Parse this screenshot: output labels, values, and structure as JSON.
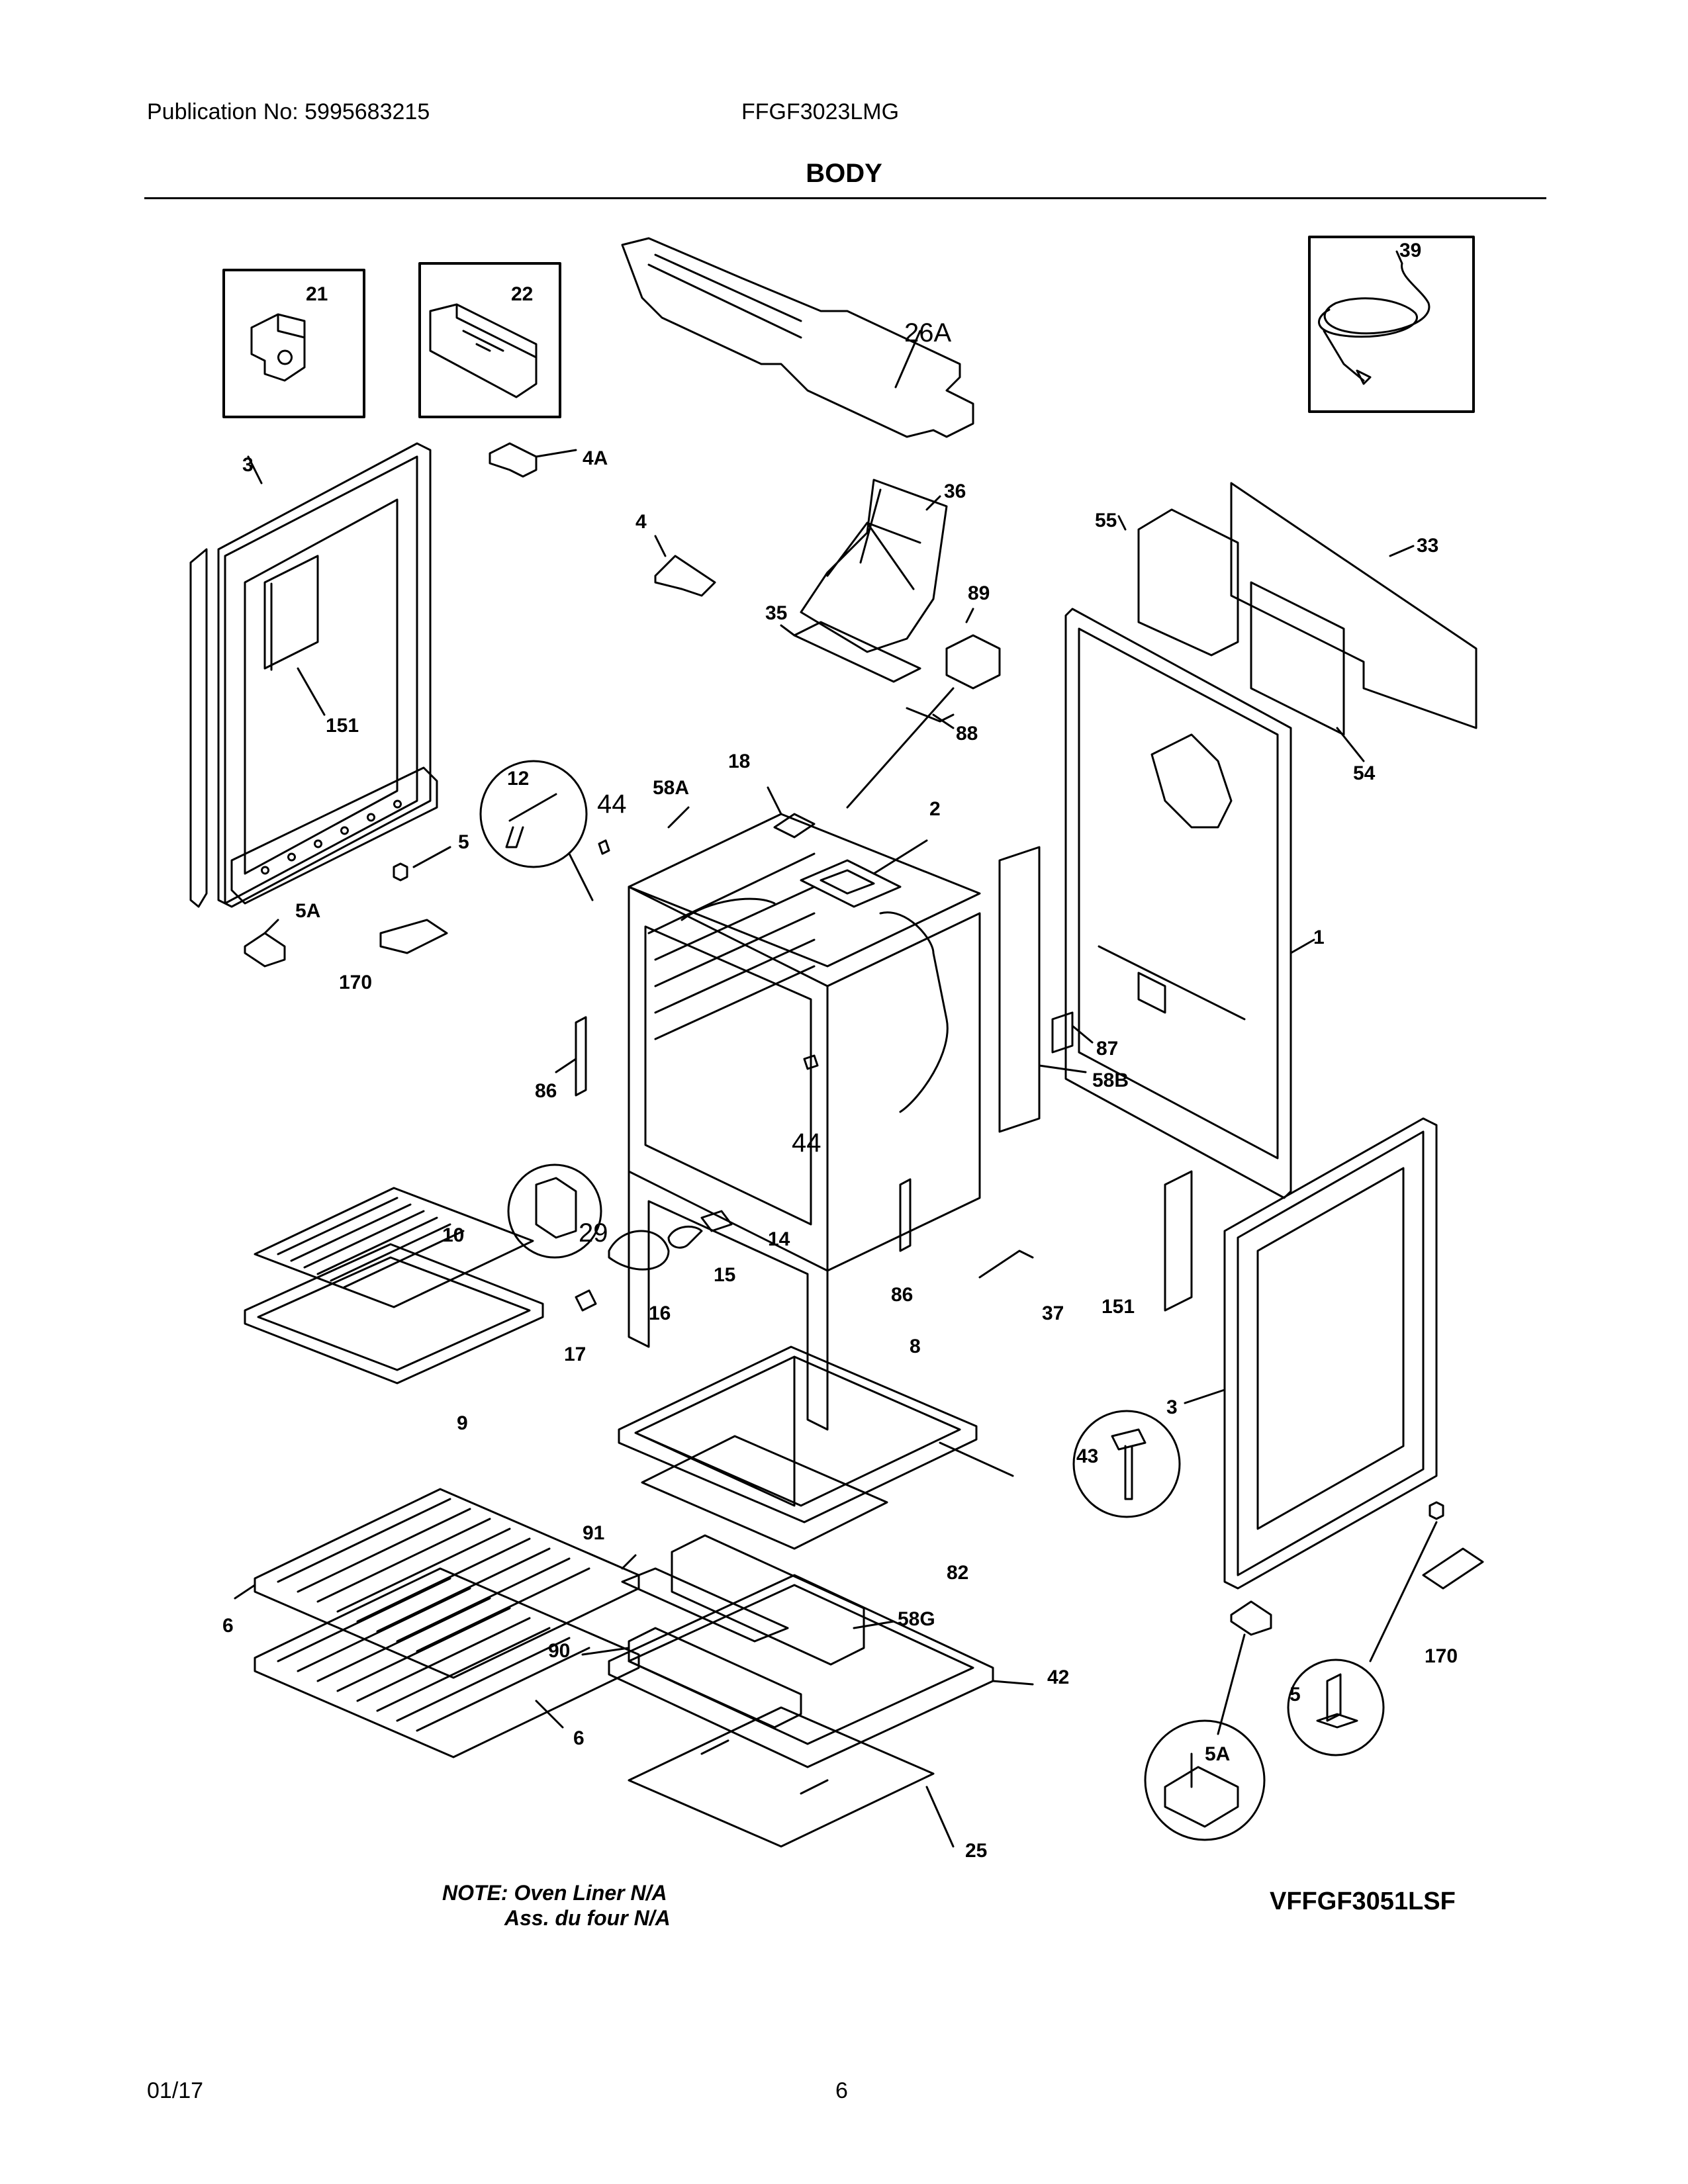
{
  "header": {
    "publication": "Publication No: 5995683215",
    "model": "FFGF3023LMG",
    "section": "BODY"
  },
  "callouts": [
    "21",
    "22",
    "26A",
    "39",
    "3",
    "4A",
    "4",
    "36",
    "55",
    "33",
    "89",
    "35",
    "88",
    "151",
    "12",
    "44",
    "58A",
    "18",
    "2",
    "54",
    "5",
    "5A",
    "170",
    "1",
    "87",
    "86",
    "58B",
    "44",
    "10",
    "29",
    "14",
    "15",
    "16",
    "17",
    "86",
    "37",
    "151",
    "9",
    "8",
    "3",
    "43",
    "91",
    "82",
    "6",
    "90",
    "58G",
    "42",
    "170",
    "5",
    "6",
    "5A",
    "25"
  ],
  "note": {
    "line1": "NOTE: Oven Liner N/A",
    "line2": "Ass. du four N/A"
  },
  "reference_code": "VFFGF3051LSF",
  "footer": {
    "date": "01/17",
    "page": "6"
  }
}
